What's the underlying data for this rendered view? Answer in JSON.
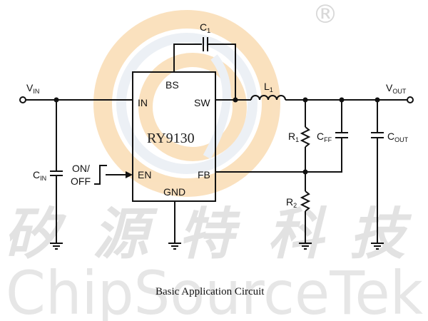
{
  "watermark": {
    "cjk_chars": [
      "矽",
      "源",
      "特",
      "科",
      "技"
    ],
    "latin": "ChipSourceTek",
    "registered": "®",
    "logo_colors": {
      "orange": "#f6c98a",
      "blue": "#dbe3ee"
    }
  },
  "chip": {
    "name": "RY9130",
    "pins": {
      "bs": "BS",
      "in": "IN",
      "sw": "SW",
      "en": "EN",
      "fb": "FB",
      "gnd": "GND"
    }
  },
  "labels": {
    "vin": {
      "main": "V",
      "sub": "IN"
    },
    "vout": {
      "main": "V",
      "sub": "OUT"
    },
    "c1": {
      "main": "C",
      "sub": "1"
    },
    "l1": {
      "main": "L",
      "sub": "1"
    },
    "r1": {
      "main": "R",
      "sub": "1"
    },
    "r2": {
      "main": "R",
      "sub": "2"
    },
    "cff": {
      "main": "C",
      "sub": "FF"
    },
    "cout": {
      "main": "C",
      "sub": "OUT"
    },
    "cin": {
      "main": "C",
      "sub": "IN"
    },
    "on_off": [
      "ON/",
      "OFF"
    ]
  },
  "caption": "Basic Application Circuit"
}
